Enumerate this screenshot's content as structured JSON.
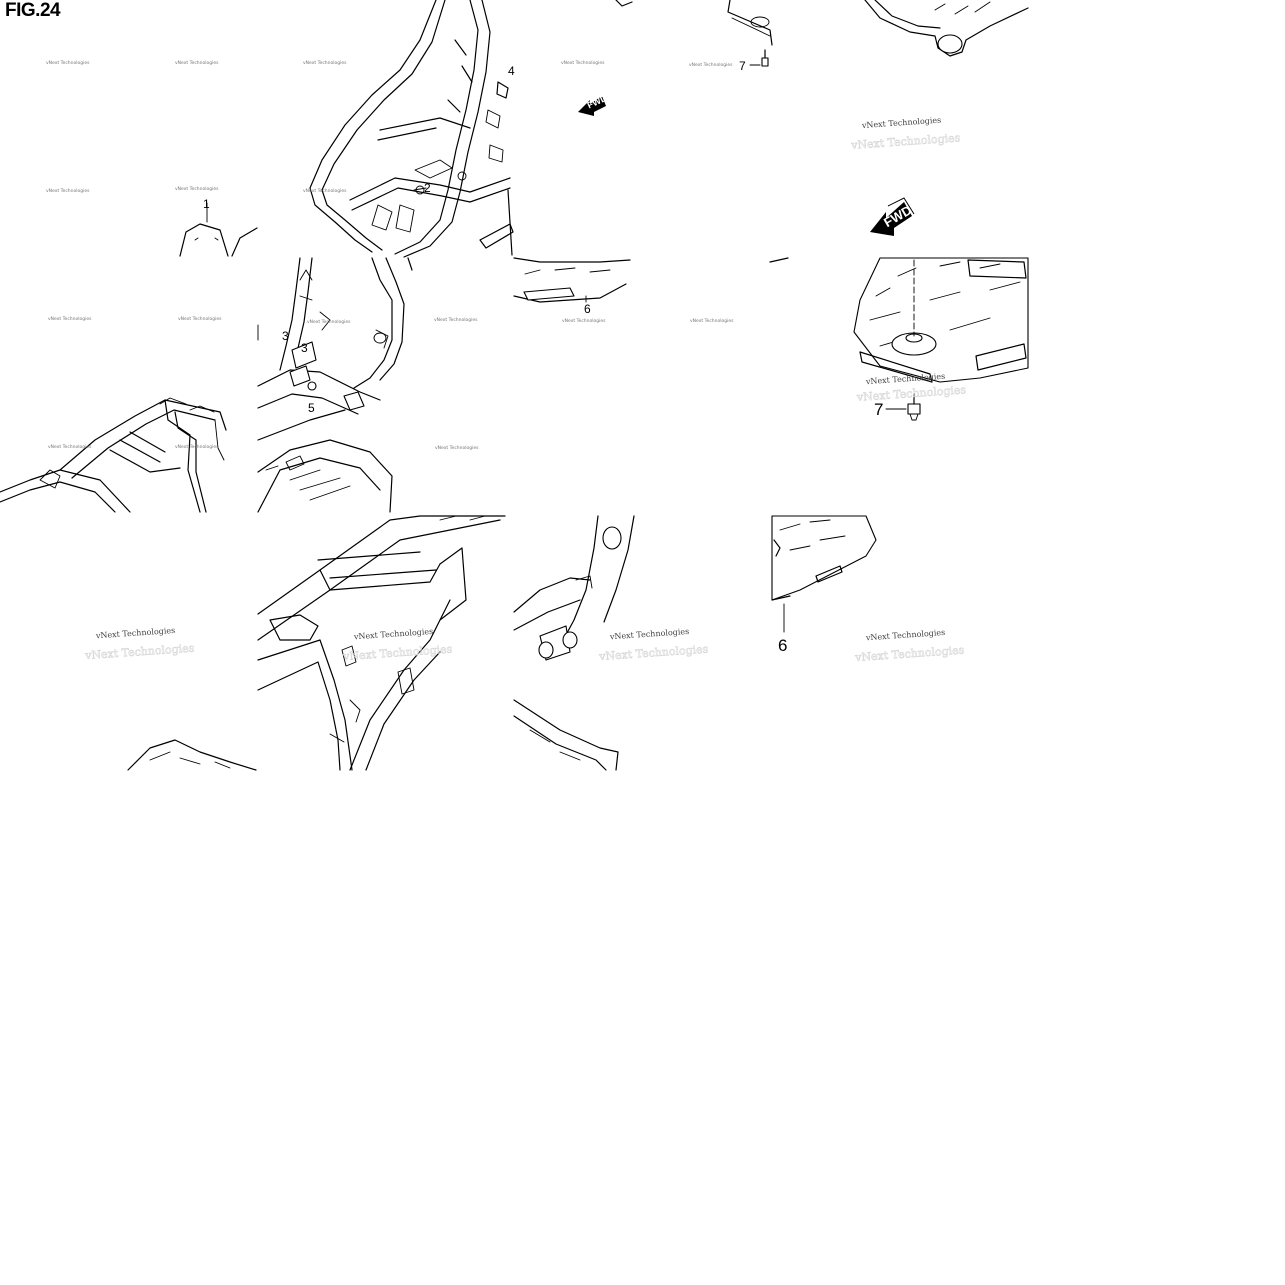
{
  "figure": {
    "title": "FIG.24"
  },
  "callouts": {
    "c1": "1",
    "c2": "2",
    "c3a": "3",
    "c3b": "3",
    "c4": "4",
    "c5": "5",
    "c6a": "6",
    "c6b": "6",
    "c7a": "7",
    "c7b": "7"
  },
  "arrows": {
    "fwd_small": "FWD",
    "fwd_large": "FWD"
  },
  "watermark": {
    "text": "vNext Technologies"
  }
}
